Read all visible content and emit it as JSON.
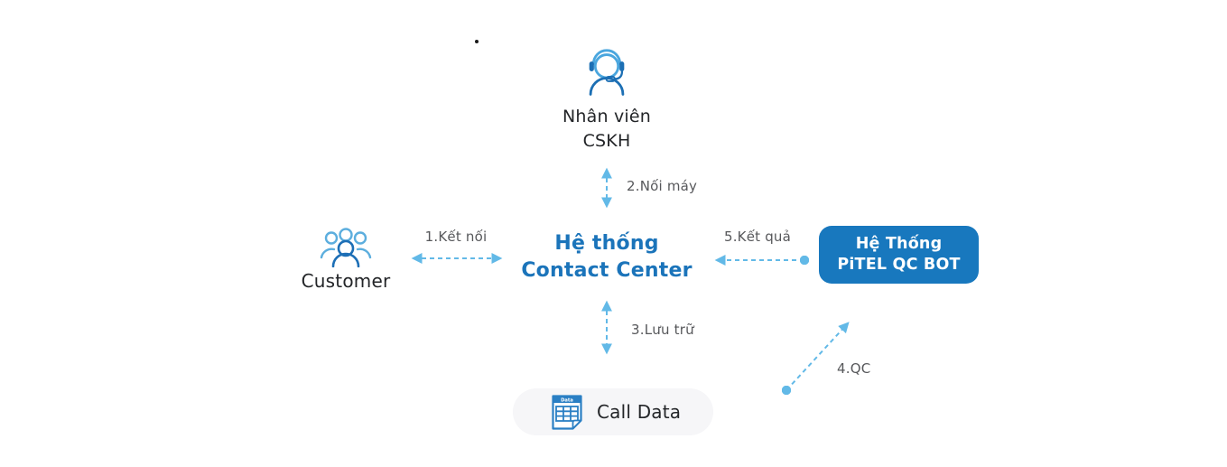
{
  "colors": {
    "accent_blue": "#1b74ba",
    "box_blue": "#1878be",
    "icon_blue_dark": "#1c6fb4",
    "icon_blue_light": "#4aa6de",
    "arrow_blue": "#62b9e7",
    "edge_label_gray": "#57585b",
    "node_text_dark": "#232528",
    "pill_bg": "#f6f6f8"
  },
  "nodes": {
    "agent": {
      "line1": "Nhân viên",
      "line2": "CSKH",
      "icon": "headset-agent-icon"
    },
    "customer": {
      "label": "Customer",
      "icon": "people-group-icon"
    },
    "contact_center": {
      "line1": "Hệ thống",
      "line2": "Contact Center"
    },
    "qc_bot": {
      "line1": "Hệ Thống",
      "line2": "PiTEL QC BOT"
    },
    "call_data": {
      "label": "Call Data",
      "icon": "data-document-icon",
      "icon_title": "Data"
    }
  },
  "edges": [
    {
      "id": "1",
      "label": "1.Kết nối",
      "from": "customer",
      "to": "contact_center",
      "direction": "both"
    },
    {
      "id": "2",
      "label": "2.Nối máy",
      "from": "contact_center",
      "to": "agent",
      "direction": "both"
    },
    {
      "id": "3",
      "label": "3.Lưu trữ",
      "from": "contact_center",
      "to": "call_data",
      "direction": "both"
    },
    {
      "id": "4",
      "label": "4.QC",
      "from": "call_data",
      "to": "qc_bot",
      "direction": "one-way"
    },
    {
      "id": "5",
      "label": "5.Kết quả",
      "from": "qc_bot",
      "to": "contact_center",
      "direction": "one-way"
    }
  ]
}
